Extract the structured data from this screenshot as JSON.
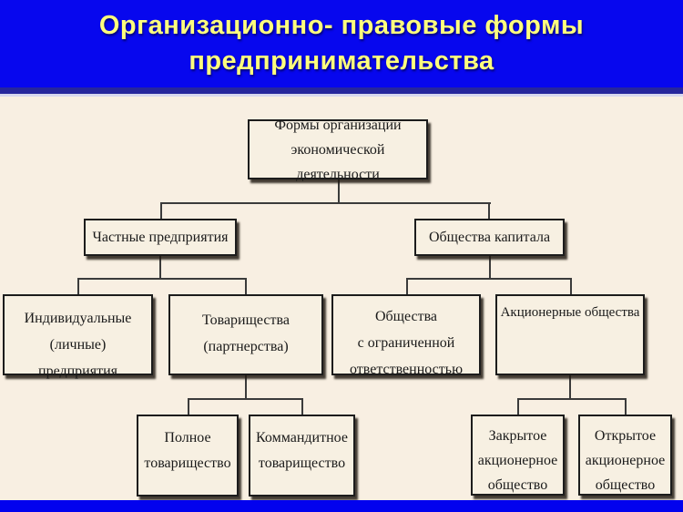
{
  "title": {
    "text": "Организационно- правовые формы\nпредпринимательства"
  },
  "nodes": {
    "root": {
      "label": "Формы организации\nэкономической деятельности"
    },
    "private": {
      "label": "Частные предприятия"
    },
    "capital": {
      "label": "Общества капитала"
    },
    "individual": {
      "label": "Индивидуальные\n(личные)\nпредприятия"
    },
    "partnership": {
      "label": "Товарищества\n(партнерства)"
    },
    "llc": {
      "label": "Общества\nс ограниченной\nответственностью"
    },
    "jsc": {
      "label": "Акционерные общества"
    },
    "full": {
      "label": "Полное\nтоварищество"
    },
    "limited": {
      "label": "Коммандитное\nтоварищество"
    },
    "cjsc": {
      "label": "Закрытое\nакционерное\nобщество"
    },
    "ojsc": {
      "label": "Открытое\nакционерное\nобщество"
    }
  },
  "colors": {
    "banner": "#0707ee",
    "banner_dark": "#26269c",
    "divider": "#d7d7ef",
    "background": "#f8efe2",
    "box_fill": "#f7f0e2",
    "box_border": "#1c1c1c",
    "connector": "#3b3b3b",
    "title_color": "#ffff7d",
    "bottom_bar": "#0202ee"
  }
}
